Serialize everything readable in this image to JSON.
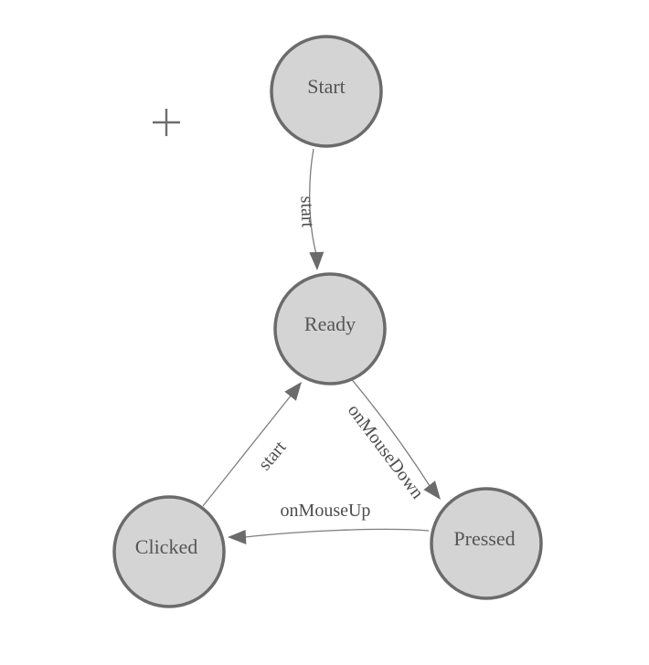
{
  "diagram": {
    "type": "finite-state-machine",
    "background": "#ffffff",
    "nodes": [
      {
        "id": "start",
        "label": "Start"
      },
      {
        "id": "ready",
        "label": "Ready"
      },
      {
        "id": "clicked",
        "label": "Clicked"
      },
      {
        "id": "pressed",
        "label": "Pressed"
      }
    ],
    "edges": [
      {
        "from": "start",
        "to": "ready",
        "label": "start"
      },
      {
        "from": "clicked",
        "to": "ready",
        "label": "start"
      },
      {
        "from": "ready",
        "to": "pressed",
        "label": "onMouseDown"
      },
      {
        "from": "pressed",
        "to": "clicked",
        "label": "onMouseUp"
      }
    ],
    "icons": {
      "crosshair": "plus-crosshair"
    },
    "colors": {
      "node_fill": "#d4d4d4",
      "node_stroke": "#6b6b6b",
      "edge_stroke": "#7d7d7d",
      "arrowhead": "#6b6b6b",
      "node_text": "#555555",
      "edge_text": "#4d4d4d",
      "marker": "#6e6e6e"
    }
  }
}
